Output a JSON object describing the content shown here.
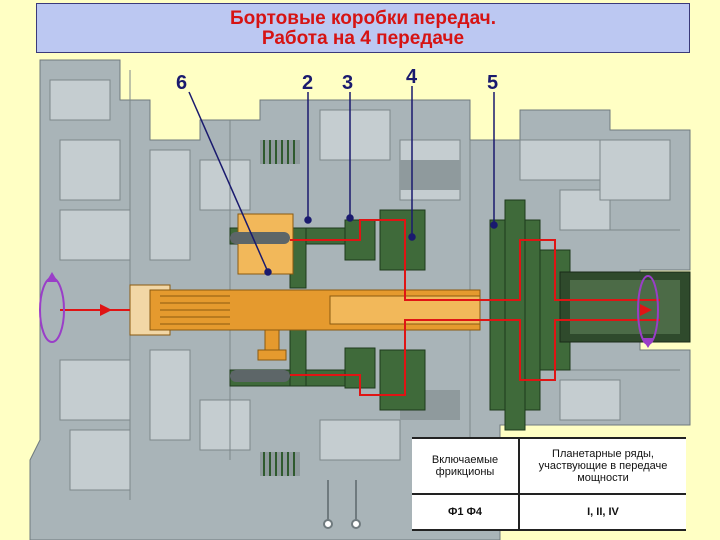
{
  "title": {
    "line1": "Бортовые коробки передач.",
    "line2": "Работа на 4 передаче"
  },
  "callouts": {
    "n6": "6",
    "n2": "2",
    "n3": "3",
    "n4": "4",
    "n5": "5"
  },
  "table": {
    "col1_header": "Включаемые фрикционы",
    "col2_header": "Планетарные ряды, участвующие в передаче мощности",
    "col1_value": "Ф1   Ф4",
    "col2_value": "I, II, IV"
  },
  "colors": {
    "background": "#ffffc4",
    "title_box": "#bcc8f2",
    "title_text": "#d61414",
    "housing": "#a9b4b8",
    "shaft_orange": "#e59a2e",
    "green_gear": "#3f6a3a",
    "power_flow": "#e01414",
    "callout": "#1a1a6e"
  }
}
